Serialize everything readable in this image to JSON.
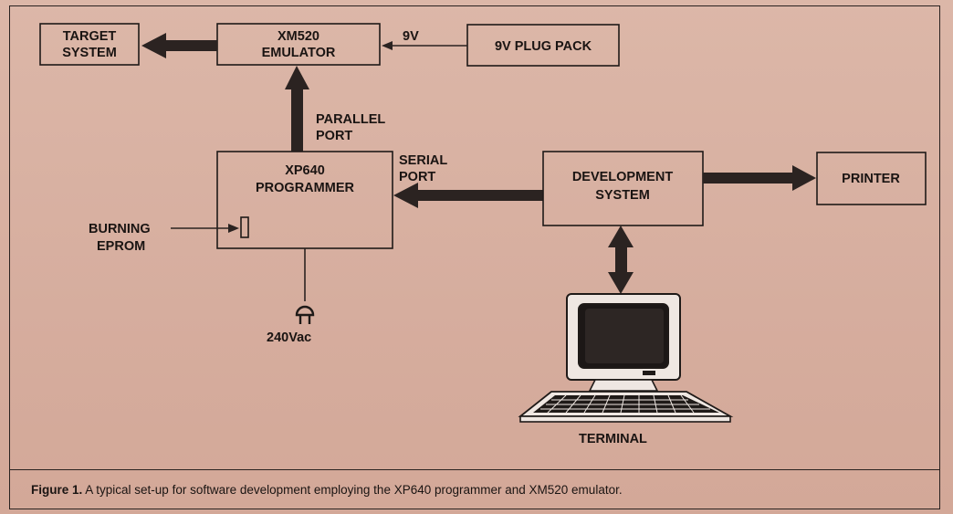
{
  "diagram": {
    "target_system": [
      "TARGET",
      "SYSTEM"
    ],
    "emulator": [
      "XM520",
      "EMULATOR"
    ],
    "plug_pack": "9V PLUG PACK",
    "voltage_label": "9V",
    "parallel_port": [
      "PARALLEL",
      "PORT"
    ],
    "programmer": [
      "XP640",
      "PROGRAMMER"
    ],
    "serial_port": [
      "SERIAL",
      "PORT"
    ],
    "development_system": [
      "DEVELOPMENT",
      "SYSTEM"
    ],
    "printer": "PRINTER",
    "burning_eprom": [
      "BURNING",
      "EPROM"
    ],
    "mains": "240Vac",
    "terminal": "TERMINAL"
  },
  "caption": {
    "label": "Figure 1.",
    "text": " A typical set-up for software  development employing the XP640  programmer and XM520 emulator."
  }
}
